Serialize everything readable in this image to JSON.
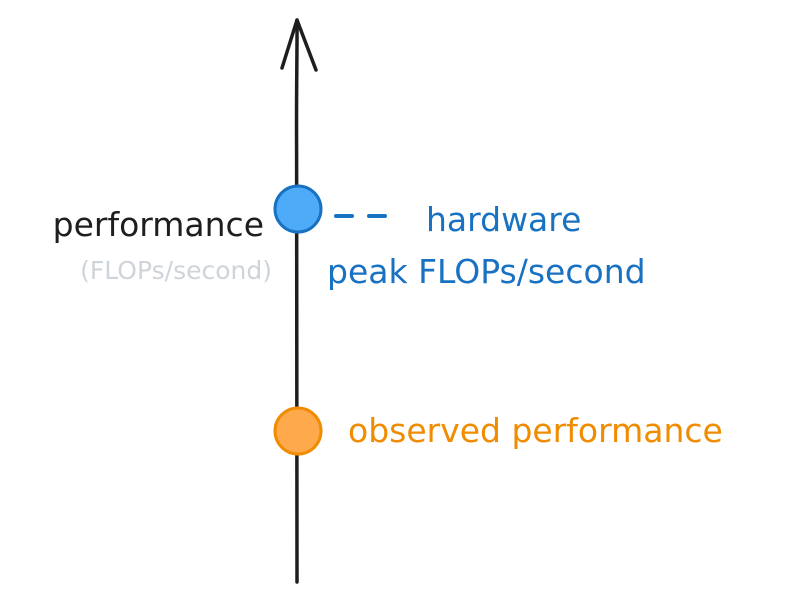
{
  "axis": {
    "label": "performance",
    "unit": "(FLOPs/second)"
  },
  "markers": [
    {
      "line1": "hardware",
      "line2": "peak FLOPs/second",
      "color": "#1971c2",
      "fill": "#4dabf7"
    },
    {
      "line1": "observed performance",
      "color": "#f08c00",
      "fill": "#ffa94d"
    }
  ],
  "colors": {
    "axis": "#1e1e1e",
    "unit_text": "#ced4da"
  }
}
